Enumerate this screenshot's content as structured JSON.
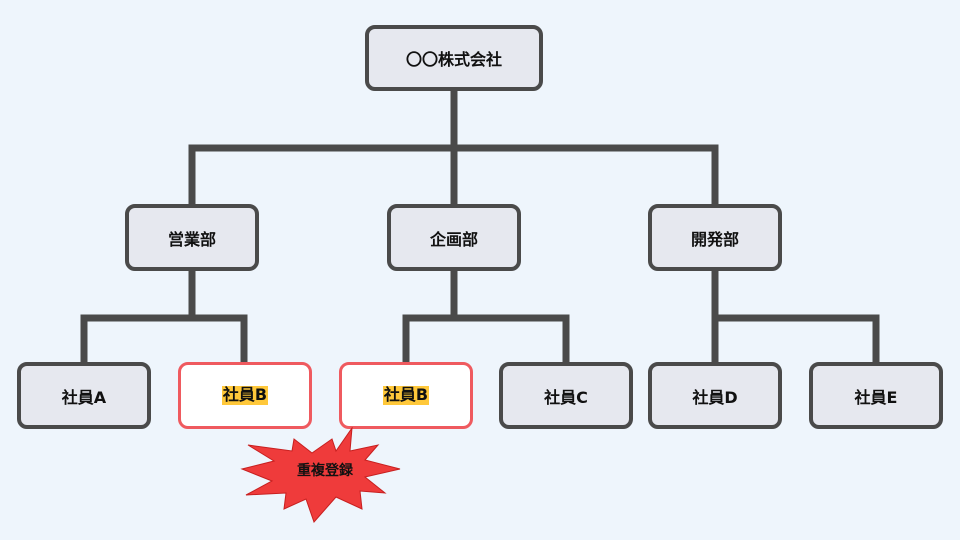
{
  "org": {
    "company": "〇〇株式会社",
    "departments": {
      "sales": "営業部",
      "planning": "企画部",
      "development": "開発部"
    },
    "employees": {
      "a": "社員A",
      "b_sales": "社員B",
      "b_planning": "社員B",
      "c": "社員C",
      "d": "社員D",
      "e": "社員E"
    }
  },
  "callout": {
    "label": "重複登録",
    "color": "#ef3b3b"
  },
  "colors": {
    "background": "#eef5fc",
    "node_fill": "#e6e8ef",
    "node_border": "#4a4a4a",
    "duplicate_border": "#ef5a5f",
    "highlight": "#ffc83a"
  }
}
